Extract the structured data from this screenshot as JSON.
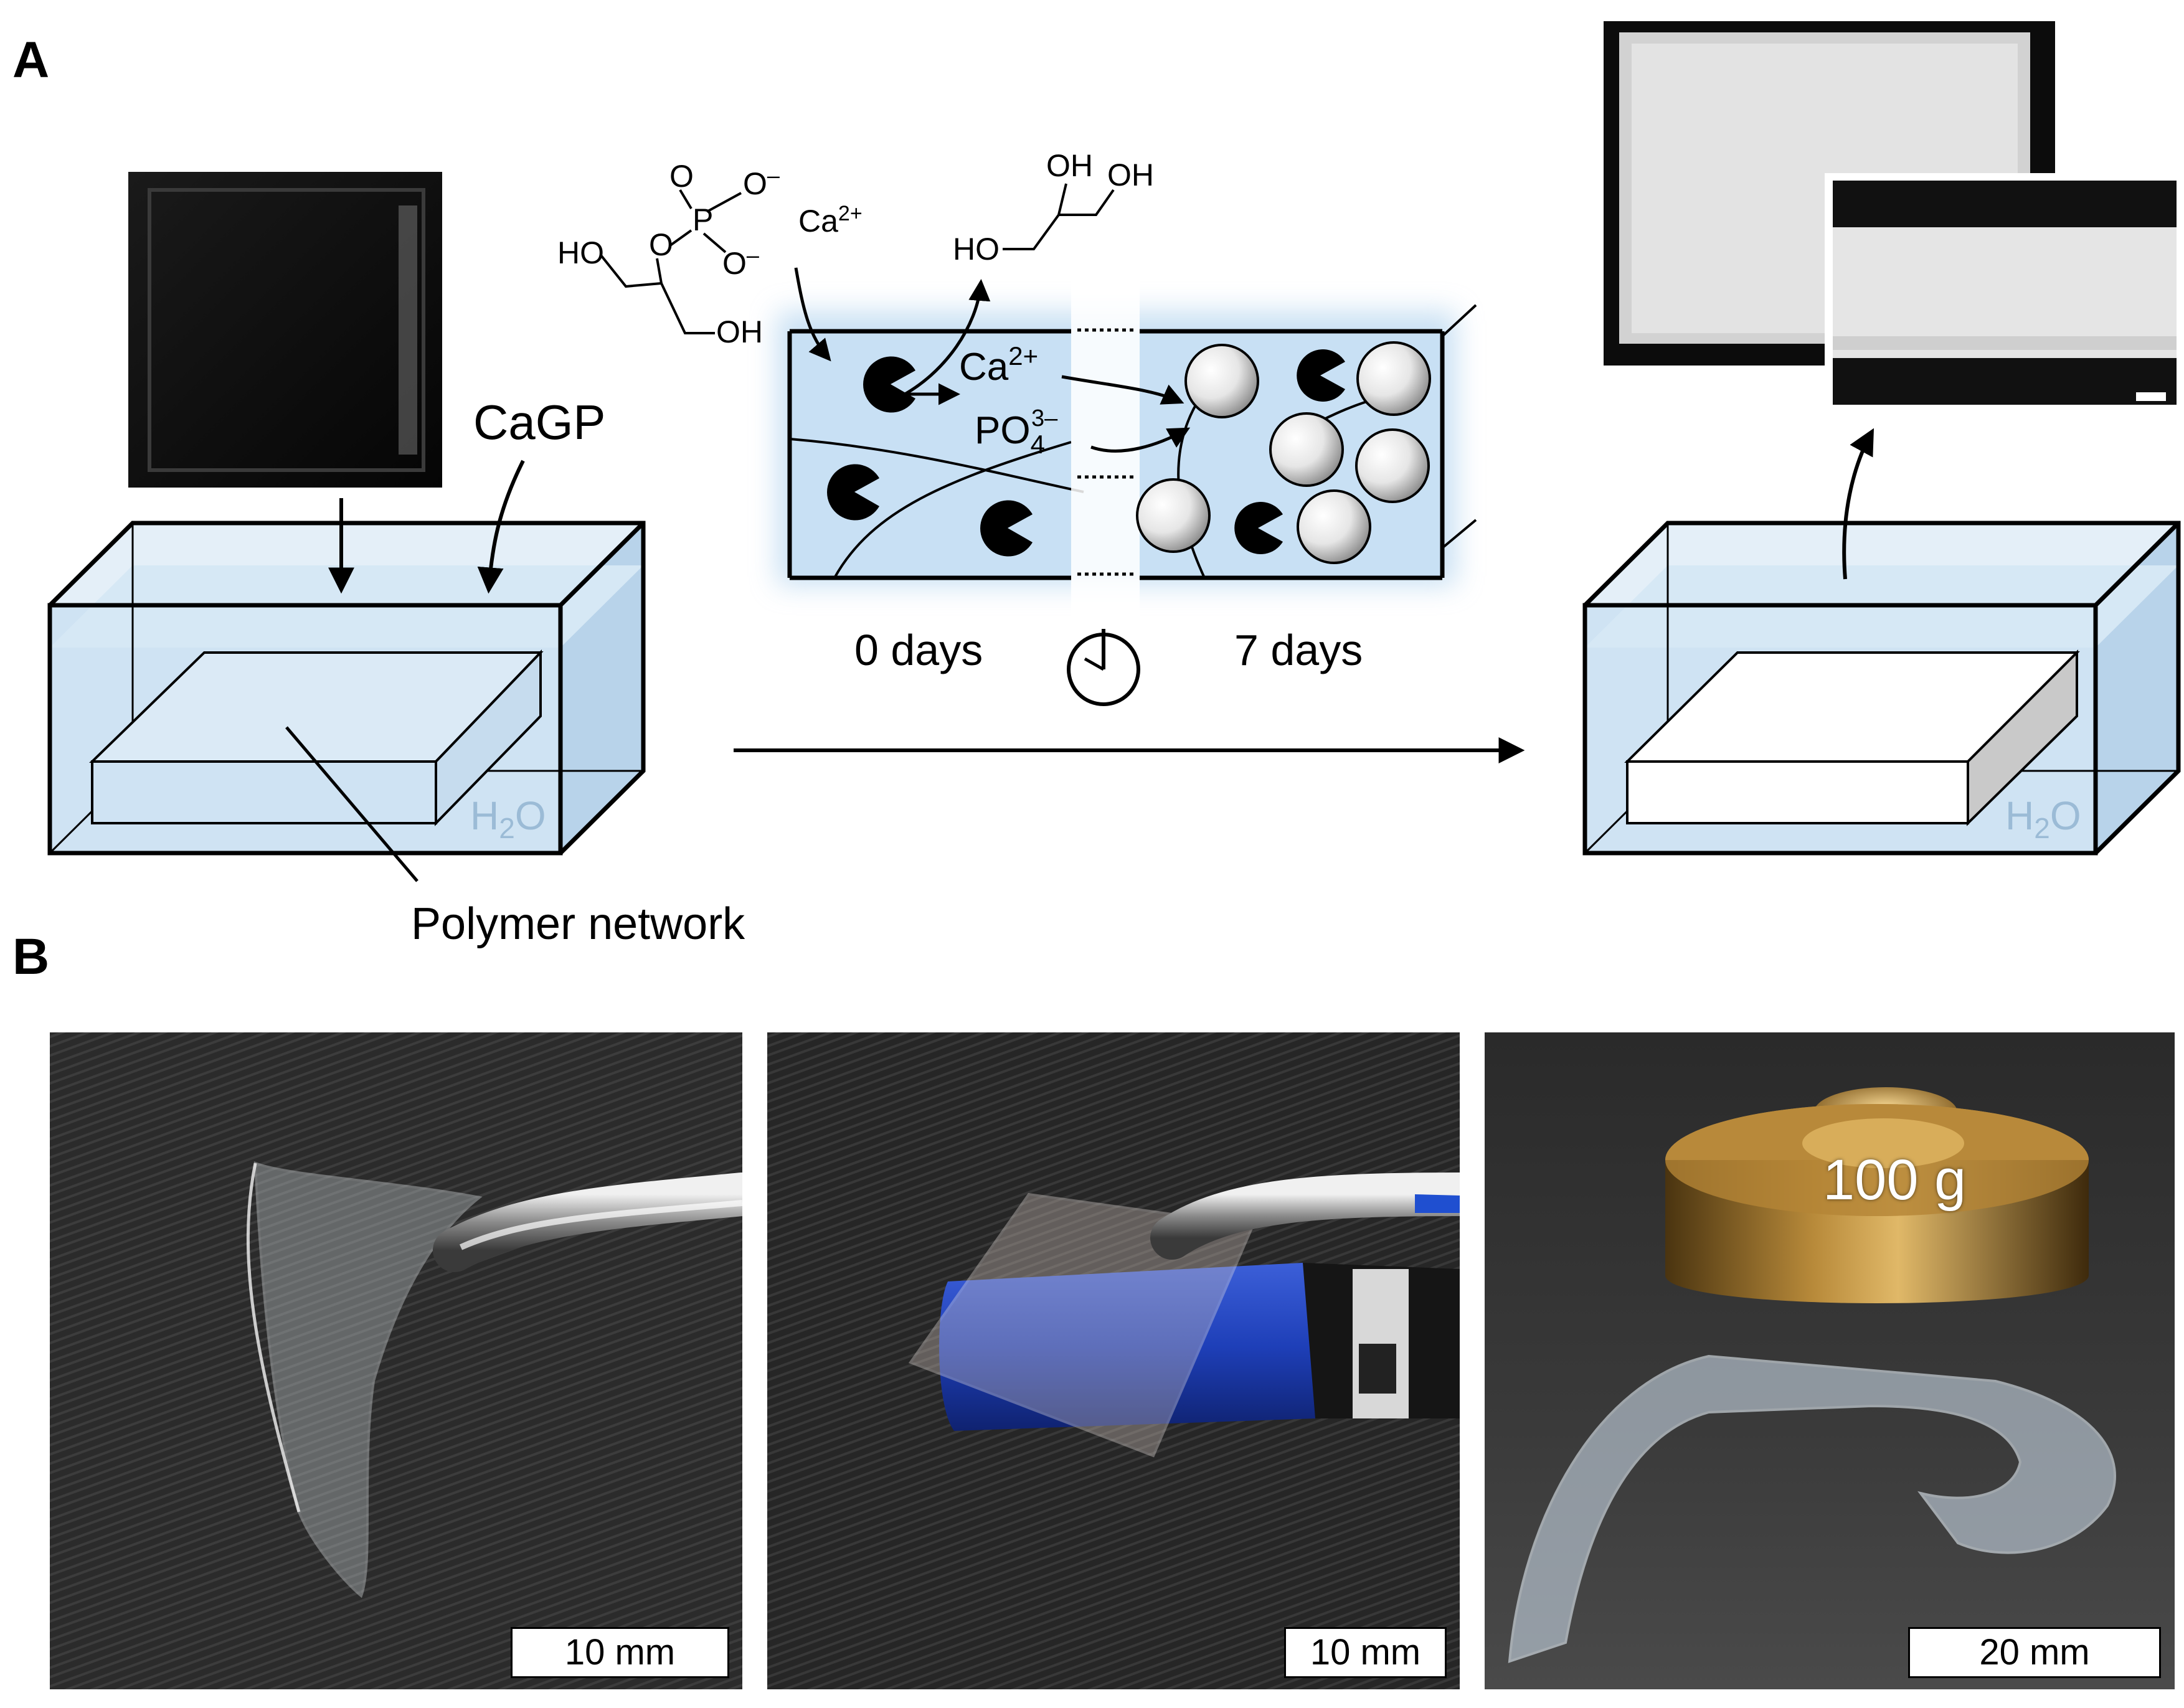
{
  "panel_a": {
    "letter": "A",
    "label_cagp": "CaGP",
    "label_polymer": "Polymer network",
    "label_h2o_main": "H",
    "label_h2o_sub": "2",
    "label_h2o_end": "O",
    "label_day0": "0 days",
    "label_day7": "7 days",
    "molecule": {
      "o_top": "O",
      "o_minus_1": "O",
      "o_minus_1_sup": "–",
      "p": "P",
      "o_minus_2": "O",
      "o_minus_2_sup": "–",
      "o_link": "O",
      "ho": "HO",
      "oh": "OH",
      "ca": "Ca",
      "ca_sup": "2+"
    },
    "glycerol": {
      "oh_1": "OH",
      "oh_2": "OH",
      "ho": "HO"
    },
    "inset_ca": "Ca",
    "inset_ca_sup": "2+",
    "inset_po": "PO",
    "inset_po_sub": "4",
    "inset_po_sup": "3–",
    "colors": {
      "water": "#cfe3f3",
      "water_dark": "#b8d3ea",
      "inset_bg": "#c8e0f4",
      "h2o_text": "#9bbbd6"
    }
  },
  "panel_b": {
    "letter": "B",
    "scale_1": "10 mm",
    "scale_2": "10 mm",
    "scale_3": "20 mm",
    "weight_label": "100 g"
  }
}
